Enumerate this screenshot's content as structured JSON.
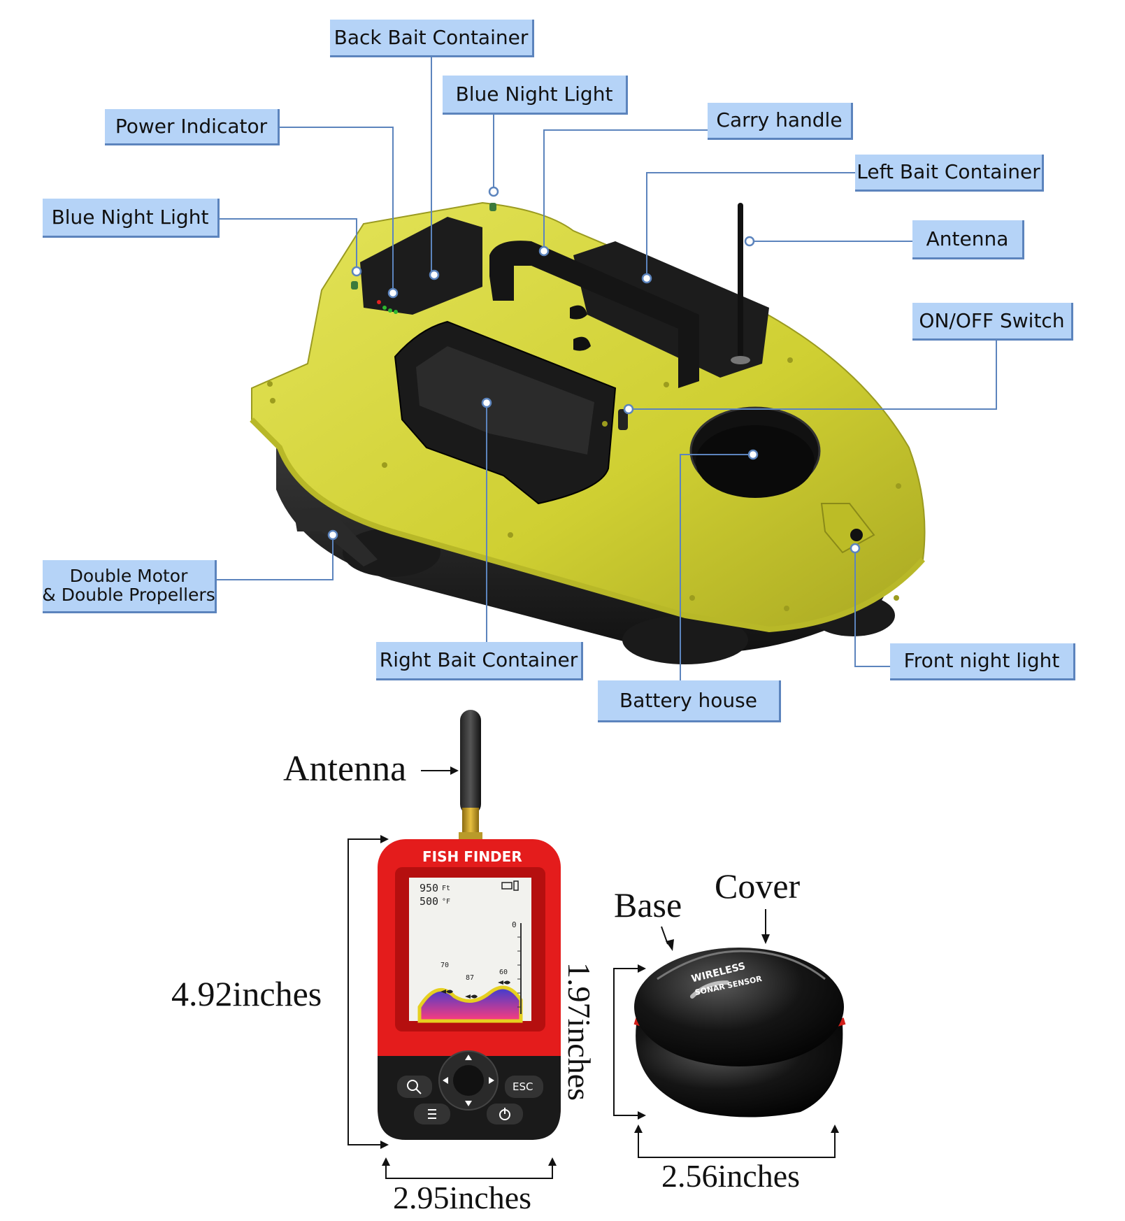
{
  "boat": {
    "callouts": {
      "back_bait_container": "Back Bait Container",
      "blue_night_light_top": "Blue Night Light",
      "power_indicator": "Power Indicator",
      "carry_handle": "Carry handle",
      "left_bait_container": "Left Bait Container",
      "blue_night_light_left": "Blue Night Light",
      "antenna": "Antenna",
      "on_off_switch": "ON/OFF Switch",
      "double_motor_line1": "Double Motor",
      "double_motor_line2": "& Double Propellers",
      "right_bait_container": "Right Bait Container",
      "front_night_light": "Front night light",
      "battery_house": "Battery house"
    },
    "colors": {
      "hull": "#d4d43a",
      "callout_bg": "#b5d3f7",
      "callout_border": "#5c84bd",
      "leader": "#5c84bd"
    }
  },
  "fish_finder": {
    "antenna_label": "Antenna",
    "brand": "FISH FINDER",
    "lcd": {
      "depth": "950",
      "depth_unit": "Ft",
      "temp": "500",
      "temp_unit": "°F",
      "scale_zero": "0",
      "fish_labels": [
        "70",
        "87",
        "60"
      ]
    },
    "buttons": {
      "esc": "ESC"
    },
    "height_label": "4.92inches",
    "width_label": "2.95inches"
  },
  "sonar": {
    "base_label": "Base",
    "cover_label": "Cover",
    "sensor_text_line1": "WIRELESS",
    "sensor_text_line2": "SONAR SENSOR",
    "height_label": "1.97inches",
    "width_label": "2.56inches"
  }
}
